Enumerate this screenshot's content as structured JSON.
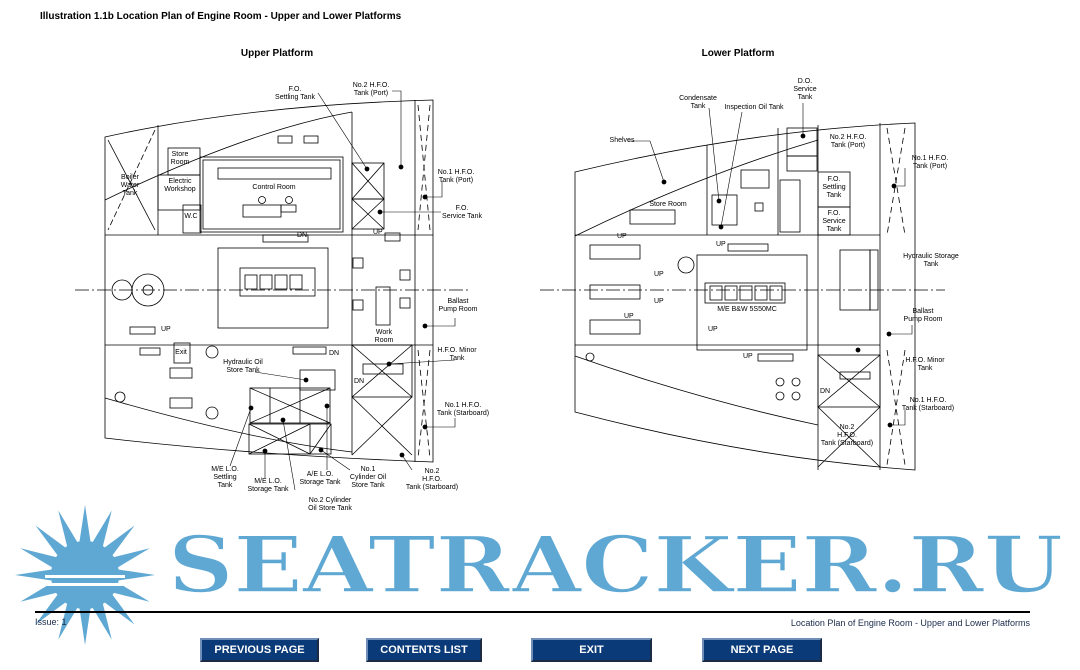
{
  "title": "Illustration 1.1b Location Plan of Engine Room - Upper and Lower Platforms",
  "upper": {
    "heading": "Upper Platform",
    "labels": {
      "fo_settling": "F.O.\nSettling Tank",
      "no2_hfo_port": "No.2 H.F.O.\nTank (Port)",
      "no1_hfo_port": "No.1 H.F.O.\nTank (Port)",
      "fo_service": "F.O.\nService Tank",
      "ballast": "Ballast\nPump Room",
      "hfo_minor": "H.F.O. Minor\nTank",
      "no1_hfo_stbd": "No.1 H.F.O.\nTank (Starboard)",
      "no2_hfo_stbd": "No.2\nH.F.O.\nTank (Starboard)",
      "no1_cyl": "No.1\nCylinder Oil\nStore Tank",
      "ae_lo": "A/E L.O.\nStorage Tank",
      "no2_cyl": "No.2 Cylinder\nOil Store Tank",
      "me_lo_storage": "M/E L.O.\nStorage Tank",
      "me_lo_settling": "M/E  L.O.\nSettling\nTank",
      "hydraulic": "Hydraulic Oil\nStore Tank",
      "boiler": "Boiler\nWater\nTank",
      "store": "Store\nRoom",
      "workshop": "Electric\nWorkshop",
      "wc": "W.C",
      "control": "Control Room",
      "work": "Work\nRoom",
      "exit": "Exit",
      "dn1": "DN",
      "up1": "UP",
      "up2": "UP",
      "dn2": "DN",
      "dn3": "DN"
    }
  },
  "lower": {
    "heading": "Lower Platform",
    "labels": {
      "shelves": "Shelves",
      "condensate": "Condensate\nTank",
      "inspection": "Inspection Oil Tank",
      "do_service": "D.O.\nService\nTank",
      "no2_hfo_port": "No.2 H.F.O.\nTank (Port)",
      "no1_hfo_port": "No.1 H.F.O.\nTank (Port)",
      "fo_settling": "F.O.\nSettling\nTank",
      "fo_service": "F.O.\nService\nTank",
      "store": "Store Room",
      "hydraulic": "Hydraulic Storage\nTank",
      "ballast": "Ballast\nPump Room",
      "hfo_minor": "H.F.O. Minor\nTank",
      "no1_hfo_stbd": "No.1 H.F.O.\nTank (Starboard)",
      "no2_hfo_stbd": "No.2\nH.F.O.\nTank (Starboard)",
      "engine": "M/E B&W 5S50MC",
      "up1": "UP",
      "up2": "UP",
      "up3": "UP",
      "up4": "UP",
      "up5": "UP",
      "up6": "UP",
      "up7": "UP",
      "dn1": "DN"
    }
  },
  "watermark": "SEATRACKER.RU",
  "footer": {
    "issue": "Issue: 1",
    "caption": "Location Plan of Engine Room - Upper and Lower Platforms"
  },
  "nav": {
    "previous": "PREVIOUS PAGE",
    "contents": "CONTENTS LIST",
    "exit": "EXIT",
    "next": "NEXT PAGE"
  },
  "colors": {
    "watermark": "#5fa8d3",
    "button": "#0b3a78"
  }
}
